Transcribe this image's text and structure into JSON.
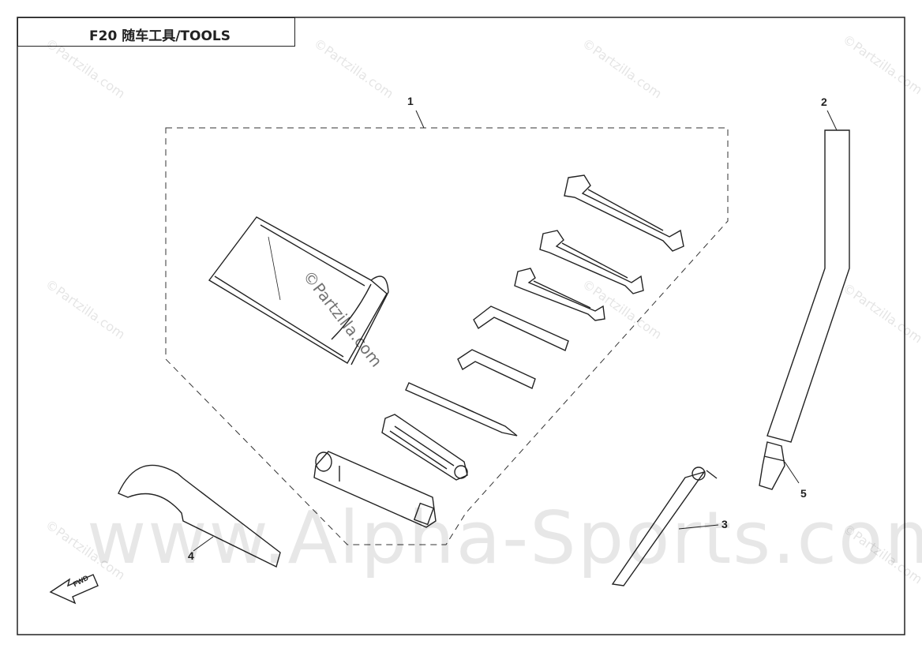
{
  "diagram": {
    "title": "F20 随车工具/TOOLS",
    "callouts": [
      {
        "id": "1",
        "label": "1"
      },
      {
        "id": "2",
        "label": "2"
      },
      {
        "id": "3",
        "label": "3"
      },
      {
        "id": "4",
        "label": "4"
      },
      {
        "id": "5",
        "label": "5"
      }
    ],
    "direction_label": "FWD",
    "watermark_main": "www.Alpha-Sports.com",
    "watermark_small": "©Partzilla.com",
    "line_color": "#222222"
  }
}
